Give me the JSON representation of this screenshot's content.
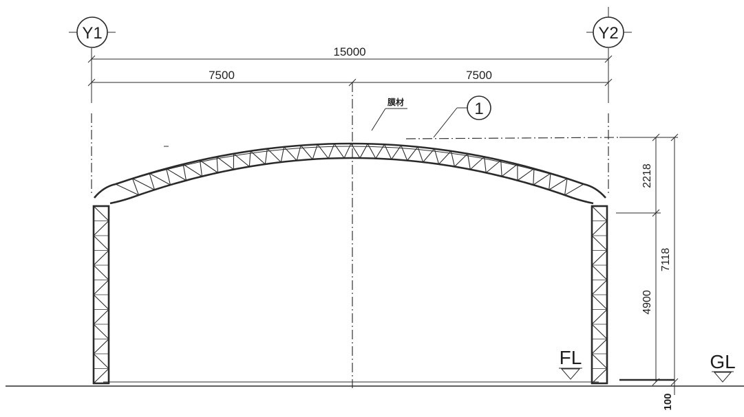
{
  "grid_labels": {
    "left": "Y1",
    "right": "Y2"
  },
  "dimensions": {
    "overall_span": "15000",
    "half_span_left": "7500",
    "half_span_right": "7500",
    "arch_rise": "2218",
    "column_height": "4900",
    "total_height": "7118",
    "base_offset": "100"
  },
  "member_callout": {
    "number": "1",
    "material_note": "膜材"
  },
  "levels": {
    "floor": "FL",
    "ground": "GL"
  }
}
